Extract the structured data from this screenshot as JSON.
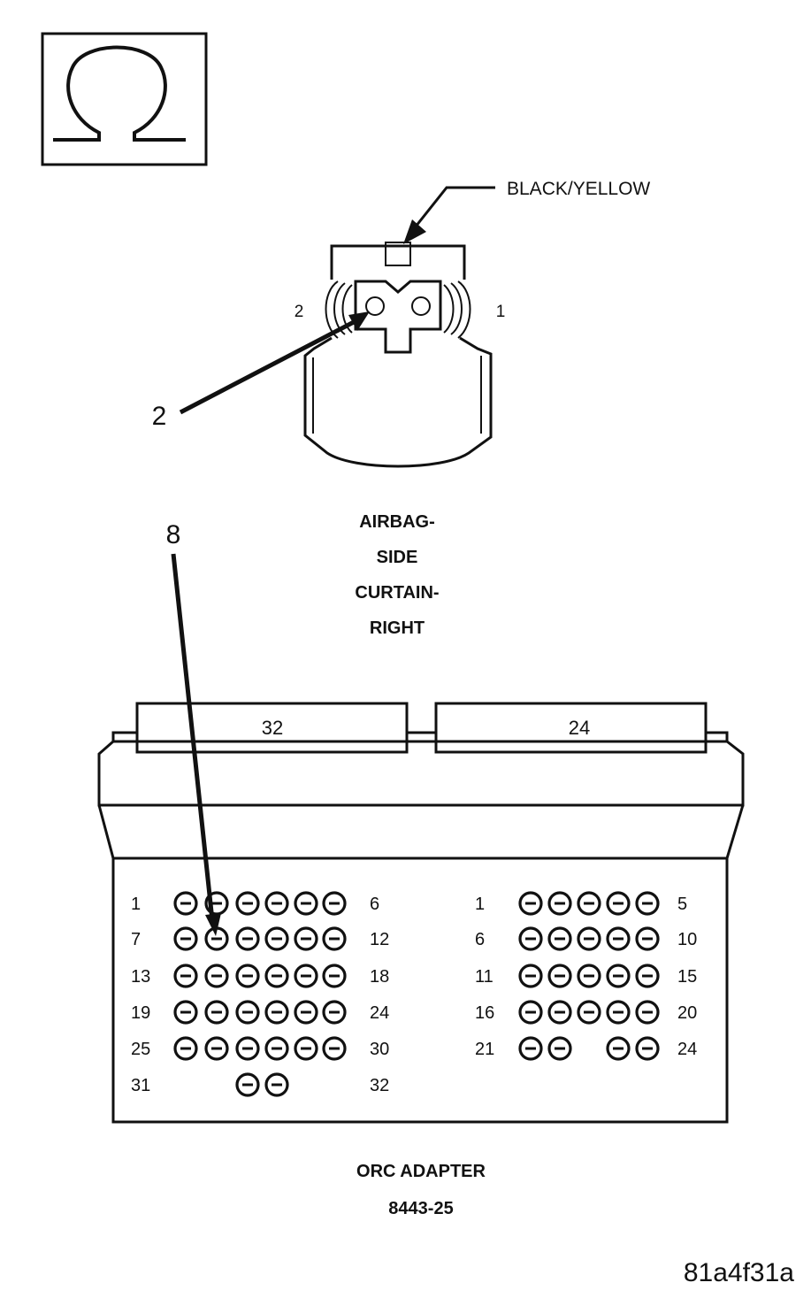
{
  "ohm_symbol": "Ω",
  "connector": {
    "wire_color": "BLACK/YELLOW",
    "pin_left": "2",
    "pin_right": "1",
    "callout": "2",
    "name_lines": [
      "AIRBAG-",
      "SIDE",
      "CURTAIN-",
      "RIGHT"
    ]
  },
  "adapter": {
    "callout": "8",
    "tab_left": "32",
    "tab_right": "24",
    "left_rows": [
      {
        "start": "1",
        "end": "6"
      },
      {
        "start": "7",
        "end": "12"
      },
      {
        "start": "13",
        "end": "18"
      },
      {
        "start": "19",
        "end": "24"
      },
      {
        "start": "25",
        "end": "30"
      },
      {
        "start": "31",
        "end": "32"
      }
    ],
    "right_rows": [
      {
        "start": "1",
        "end": "5"
      },
      {
        "start": "6",
        "end": "10"
      },
      {
        "start": "11",
        "end": "15"
      },
      {
        "start": "16",
        "end": "20"
      },
      {
        "start": "21",
        "end": "24"
      }
    ],
    "title": "ORC ADAPTER",
    "part_number": "8443-25"
  },
  "figure_id": "81a4f31a"
}
